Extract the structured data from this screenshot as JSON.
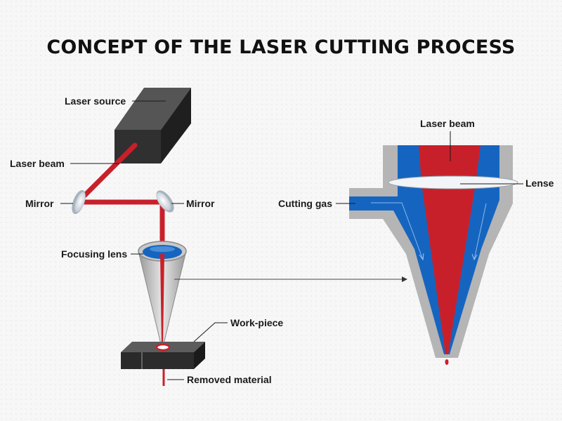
{
  "title": "CONCEPT OF THE LASER CUTTING PROCESS",
  "labels": {
    "laser_source": "Laser source",
    "laser_beam_left": "Laser beam",
    "mirror_left": "Mirror",
    "mirror_right": "Mirror",
    "focusing_lens": "Focusing lens",
    "work_piece": "Work-piece",
    "removed_material": "Removed material",
    "laser_beam_right": "Laser beam",
    "lense": "Lense",
    "cutting_gas": "Cutting gas"
  },
  "colors": {
    "beam": "#c8202b",
    "gas": "#1565c0",
    "nozzle": "#b5b5b5",
    "block_dark": "#2a2a2a",
    "block_mid": "#444444",
    "block_light": "#606060"
  }
}
